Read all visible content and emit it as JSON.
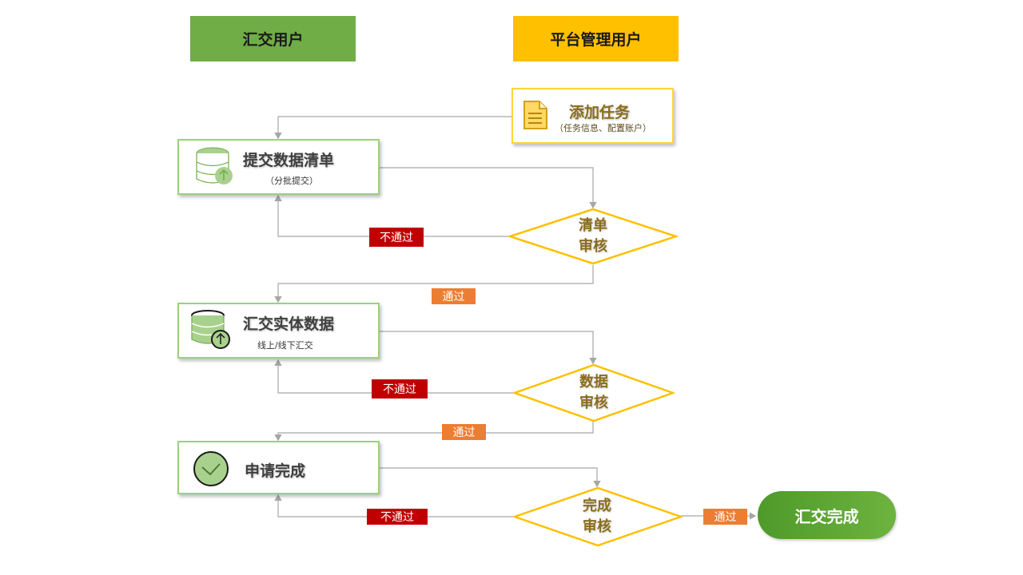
{
  "lanes": {
    "left": "汇交用户",
    "right": "平台管理用户"
  },
  "nodes": {
    "add_task": {
      "title": "添加任务",
      "subtitle": "（任务信息、配置账户）"
    },
    "submit_list": {
      "title": "提交数据清单",
      "subtitle": "（分批提交）"
    },
    "entity_data": {
      "title": "汇交实体数据",
      "subtitle": "线上/线下汇交"
    },
    "apply_complete": {
      "title": "申请完成"
    },
    "final": {
      "title": "汇交完成"
    }
  },
  "decisions": {
    "list_review": {
      "line1": "清单",
      "line2": "审核"
    },
    "data_review": {
      "line1": "数据",
      "line2": "审核"
    },
    "complete_review": {
      "line1": "完成",
      "line2": "审核"
    }
  },
  "labels": {
    "reject": "不通过",
    "pass": "通过"
  },
  "colors": {
    "lane_left": "#70ad47",
    "lane_right": "#ffc000",
    "reject": "#c00000",
    "pass": "#ed7d31",
    "final": "#5ba334"
  }
}
